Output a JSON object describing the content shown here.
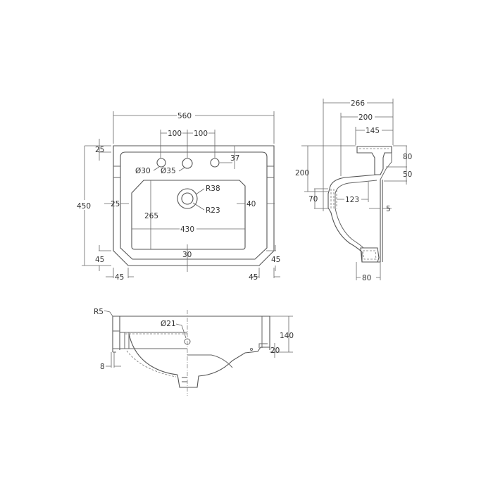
{
  "drawing": {
    "title": "Basin technical drawing",
    "views": {
      "top": {
        "overall_width": "560",
        "overall_depth": "450",
        "tap_spacing_left": "100",
        "tap_spacing_right": "100",
        "rim_top": "25",
        "tap_offset": "37",
        "tap_hole_small": "Ø30",
        "tap_hole_large": "Ø35",
        "waste_outer": "R38",
        "waste_inner": "R23",
        "bowl_depth": "265",
        "bowl_width": "430",
        "side_left": "25",
        "side_right": "40",
        "front_rim": "30",
        "chamfer_left_v": "45",
        "chamfer_left_h": "45",
        "chamfer_right_v": "45",
        "chamfer_right_h": "45"
      },
      "side": {
        "total_depth": "266",
        "mid_depth": "200",
        "bracket_depth": "145",
        "height": "200",
        "bracket_height": "80",
        "lower_offset": "50",
        "waste_height": "70",
        "waste_depth": "123",
        "wall_gap": "5",
        "base_width": "80"
      },
      "front": {
        "corner_radius": "R5",
        "overflow": "Ø21",
        "height": "140",
        "step": "20",
        "edge": "8"
      }
    }
  }
}
